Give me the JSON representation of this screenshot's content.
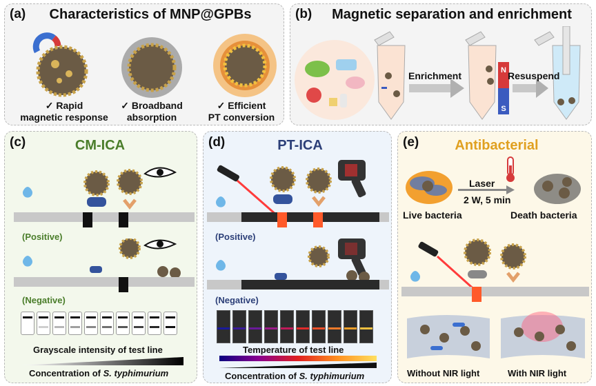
{
  "panel_a": {
    "label": "(a)",
    "title": "Characteristics of MNP@GPBs",
    "captions": [
      {
        "check": "✓",
        "line1": "Rapid",
        "line2": "magnetic response"
      },
      {
        "check": "✓",
        "line1": "Broadband",
        "line2": "absorption"
      },
      {
        "check": "✓",
        "line1": "Efficient",
        "line2": "PT conversion"
      }
    ]
  },
  "panel_b": {
    "label": "(b)",
    "title": "Magnetic separation and enrichment",
    "enrichment": "Enrichment",
    "resuspend": "Resuspend",
    "magnet_n": "N",
    "magnet_s": "S"
  },
  "panel_c": {
    "label": "(c)",
    "title": "CM-ICA",
    "positive": "(Positive)",
    "negative": "(Negative)",
    "grayscale_caption": "Grayscale intensity of test line",
    "concentration_prefix": "Concentration of ",
    "concentration_species": "S. typhimurium"
  },
  "panel_d": {
    "label": "(d)",
    "title": "PT-ICA",
    "positive": "(Positive)",
    "negative": "(Negative)",
    "temperature_caption": "Temperature of test line",
    "concentration_prefix": "Concentration of ",
    "concentration_species": "S. typhimurium"
  },
  "panel_e": {
    "label": "(e)",
    "title": "Antibacterial",
    "laser": "Laser",
    "laser_params": "2 W, 5 min",
    "live": "Live bacteria",
    "death": "Death bacteria",
    "without": "Without NIR light",
    "with": "With NIR light"
  },
  "colors": {
    "green_title": "#4a7d2a",
    "navy_title": "#2c3f78",
    "orange_title": "#e0a020",
    "panel_c_bg": "#f3f8ec",
    "panel_d_bg": "#eef4fb",
    "panel_e_bg": "#fdf8e8"
  }
}
